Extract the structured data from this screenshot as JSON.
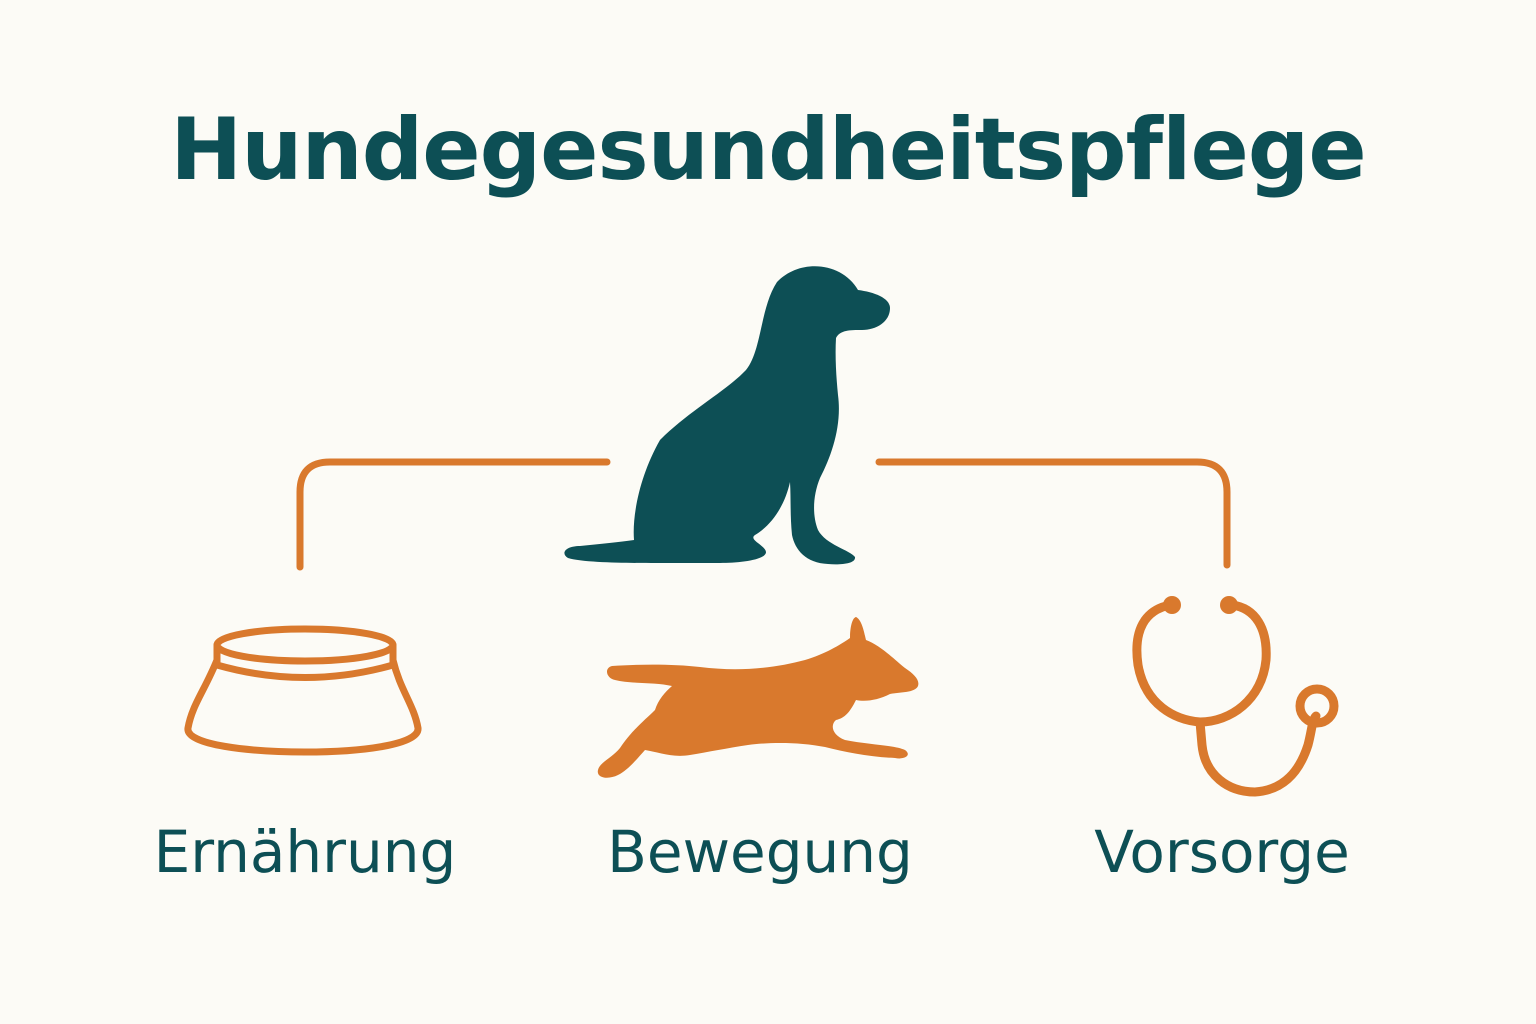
{
  "title": "Hundegesundheitspflege",
  "colors": {
    "background": "#fcfbf6",
    "primary": "#0d4f55",
    "accent": "#d9792d"
  },
  "center_icon": "sitting-dog-icon",
  "branches": [
    {
      "label": "Ernährung",
      "icon": "food-bowl-icon"
    },
    {
      "label": "Bewegung",
      "icon": "running-dog-icon"
    },
    {
      "label": "Vorsorge",
      "icon": "stethoscope-icon"
    }
  ]
}
